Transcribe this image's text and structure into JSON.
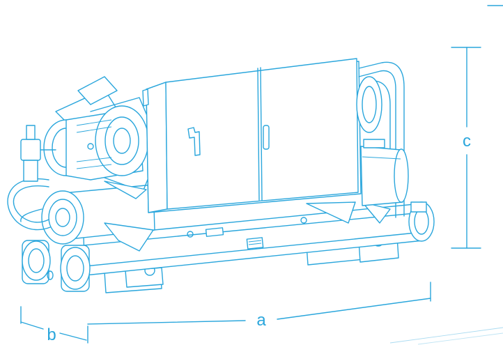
{
  "dimensions": {
    "a": "a",
    "b": "b",
    "c": "c"
  },
  "colors": {
    "line": "#2aa6dc",
    "background": "#ffffff"
  }
}
